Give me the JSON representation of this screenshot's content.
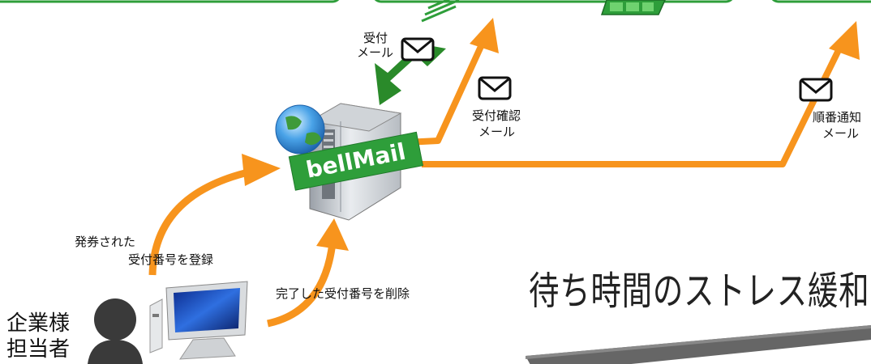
{
  "labels": {
    "mail_in_line1": "受付",
    "mail_in_line2": "メール",
    "confirm_line1": "受付確認",
    "confirm_line2": "メール",
    "order_line1": "順番通知",
    "order_line2": "メール",
    "register_line1": "発券された",
    "register_line2": "受付番号を登録",
    "delete": "完了した受付番号を削除"
  },
  "server_logo": "bellMail",
  "person": {
    "line1": "企業様",
    "line2": "担当者"
  },
  "banner": "待ち時間のストレス緩和",
  "colors": {
    "orange": "#F7941D",
    "green": "#2E9E3A",
    "dark_green": "#2A8A2A",
    "banner_bar": "#666666"
  }
}
